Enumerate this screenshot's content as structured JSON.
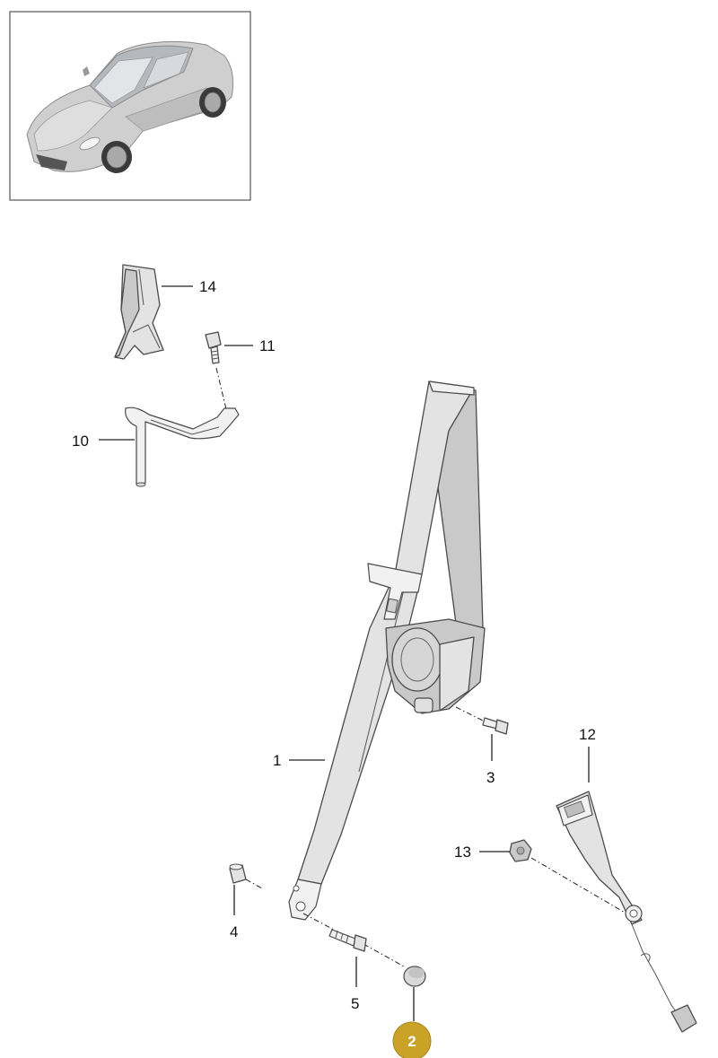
{
  "diagram": {
    "highlight_color": "#c9a227",
    "line_color": "#222222",
    "callouts": [
      {
        "id": "1",
        "label": "1"
      },
      {
        "id": "2",
        "label": "2",
        "highlighted": true
      },
      {
        "id": "3",
        "label": "3"
      },
      {
        "id": "4",
        "label": "4"
      },
      {
        "id": "5",
        "label": "5"
      },
      {
        "id": "10",
        "label": "10"
      },
      {
        "id": "11",
        "label": "11"
      },
      {
        "id": "12",
        "label": "12"
      },
      {
        "id": "13",
        "label": "13"
      },
      {
        "id": "14",
        "label": "14"
      }
    ],
    "thumbnail": {
      "subject": "car-overview-thumbnail"
    }
  }
}
